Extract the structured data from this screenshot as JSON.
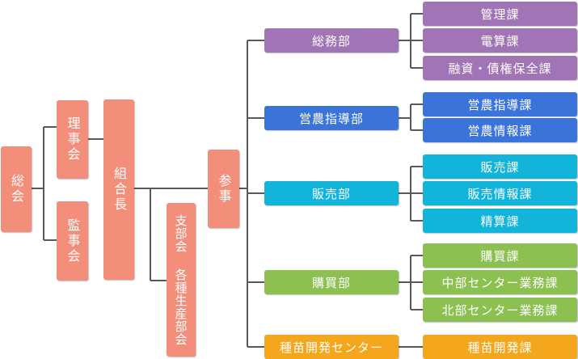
{
  "colors": {
    "executive": "#f28e79",
    "general_affairs": "#a175b5",
    "farm_guidance": "#3b74d8",
    "sales": "#12b4d9",
    "purchasing": "#8cc152",
    "seedling": "#f4a71c",
    "line": "#595959"
  },
  "executive": {
    "general_assembly": "総会",
    "board": "理事会",
    "auditors": "監事会",
    "president": "組合長",
    "councilor": "参事",
    "branch_groups": "支部会 各種生産部会"
  },
  "departments": [
    {
      "name": "総務部",
      "sections": [
        "管理課",
        "電算課",
        "融資・債権保全課"
      ]
    },
    {
      "name": "営農指導部",
      "sections": [
        "営農指導課",
        "営農情報課"
      ]
    },
    {
      "name": "販売部",
      "sections": [
        "販売課",
        "販売情報課",
        "精算課"
      ]
    },
    {
      "name": "購買部",
      "sections": [
        "購買課",
        "中部センター業務課",
        "北部センター業務課"
      ]
    },
    {
      "name": "種苗開発センター",
      "sections": [
        "種苗開発課"
      ]
    }
  ]
}
